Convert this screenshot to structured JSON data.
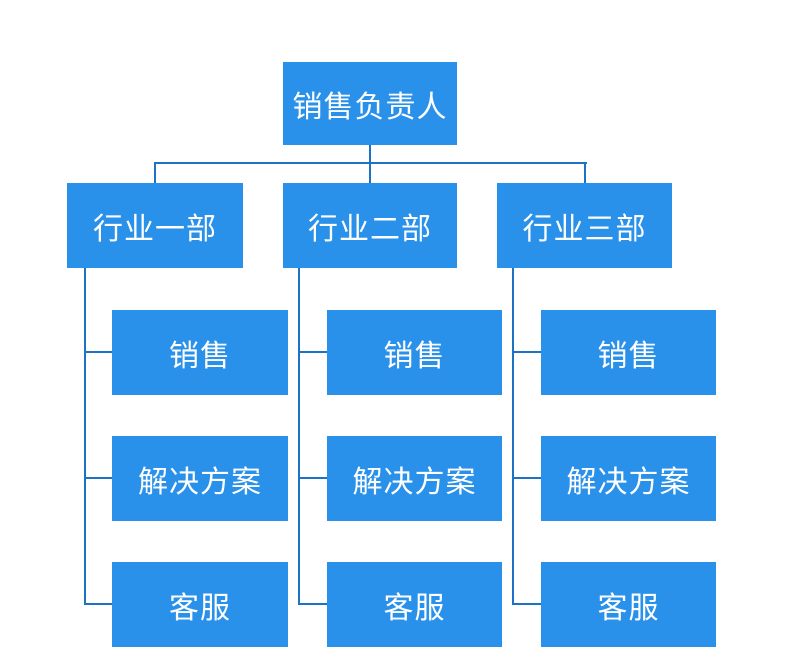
{
  "chart": {
    "type": "org-chart",
    "root": {
      "label": "销售负责人"
    },
    "departments": [
      {
        "label": "行业一部",
        "children": [
          {
            "label": "销售"
          },
          {
            "label": "解决方案"
          },
          {
            "label": "客服"
          }
        ]
      },
      {
        "label": "行业二部",
        "children": [
          {
            "label": "销售"
          },
          {
            "label": "解决方案"
          },
          {
            "label": "客服"
          }
        ]
      },
      {
        "label": "行业三部",
        "children": [
          {
            "label": "销售"
          },
          {
            "label": "解决方案"
          },
          {
            "label": "客服"
          }
        ]
      }
    ],
    "colors": {
      "box-fill": "#2A91EA",
      "connector": "#1C72C4",
      "text": "#FFFFFF",
      "bg": "#FFFFFF"
    }
  }
}
